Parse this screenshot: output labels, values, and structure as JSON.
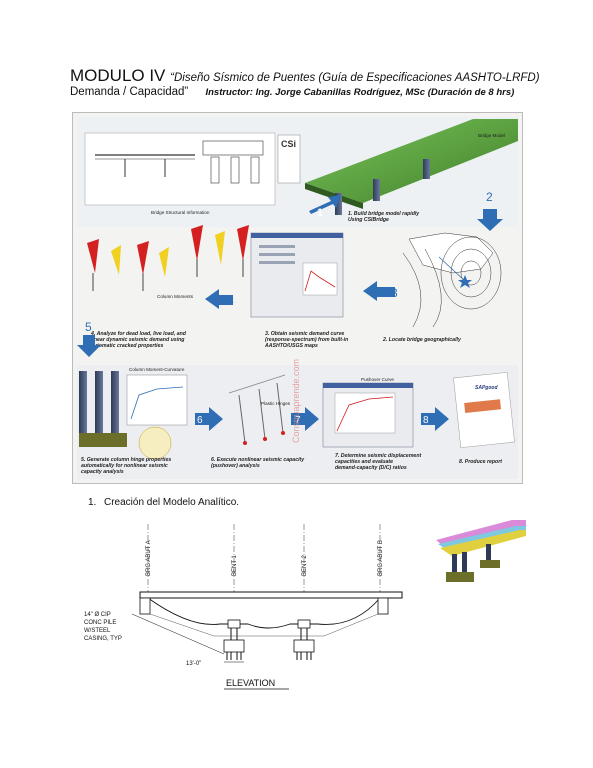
{
  "header": {
    "module": "MODULO IV",
    "course_title": "“Diseño Sísmico de Puentes (Guía de Especificaciones AASHTO-LRFD)",
    "course_subtitle": "Demanda / Capacidad”",
    "instructor": "Instructor: Ing. Jorge Cabanillas Rodríguez, MSc (Duración de 8 hrs)"
  },
  "workflow": {
    "steps": [
      {
        "number": "1",
        "caption": [
          "1. Build bridge model rapidly",
          "Using CSIBridge"
        ]
      },
      {
        "number": "2",
        "caption": [
          "2. Locate bridge geographically"
        ]
      },
      {
        "number": "3",
        "caption": [
          "3. Obtain seismic demand curve",
          "(response-spectrum) from built-in",
          "AASHTO/USGS maps"
        ]
      },
      {
        "number": "4",
        "caption": [
          "4. Analyze for dead load, live load, and",
          "linear dynamic seismic demand using",
          "automatic cracked properties"
        ]
      },
      {
        "number": "5",
        "caption": [
          "5. Generate column hinge properties",
          "automatically for nonlinear seismic",
          "capacity analysis"
        ]
      },
      {
        "number": "6",
        "caption": [
          "6. Execute nonlinear seismic capacity",
          "(pushover) analysis"
        ]
      },
      {
        "number": "7",
        "caption": [
          "7. Determine seismic displacement",
          "capacities and evaluate",
          "demand-capacity (D/C) ratios"
        ]
      },
      {
        "number": "8",
        "caption": [
          "8. Produce report"
        ]
      }
    ],
    "image_labels": {
      "structural_info": "Bridge Structural Information",
      "bridge_model": "Bridge Model",
      "column_moments": "Column Moments",
      "column_moment_curvature": "Column Moment-Curvature",
      "plastic_hinges": "Plastic Hinges",
      "pushover_curve": "Pushover Curve",
      "csi_logo": "CSi",
      "report_logo": "SAPgood"
    },
    "watermark": "Construaprende.com",
    "colors": {
      "arrow_blue": "#2f6db5",
      "deck_green": "#5aa53a",
      "hinge_red": "#d42020",
      "hinge_yellow": "#f0d020"
    }
  },
  "sections": [
    {
      "number": "1.",
      "title": "Creación del Modelo Analítico."
    }
  ],
  "elevation_drawing": {
    "support_labels": [
      "BRG ABUT A",
      "BENT 1",
      "BENT 2",
      "BRG ABUT B"
    ],
    "pile_note": [
      "14\" Ø CIP",
      "CONC PILE",
      "W/STEEL",
      "CASING, TYP"
    ],
    "dimension": "13'-0\"",
    "title": "ELEVATION"
  }
}
